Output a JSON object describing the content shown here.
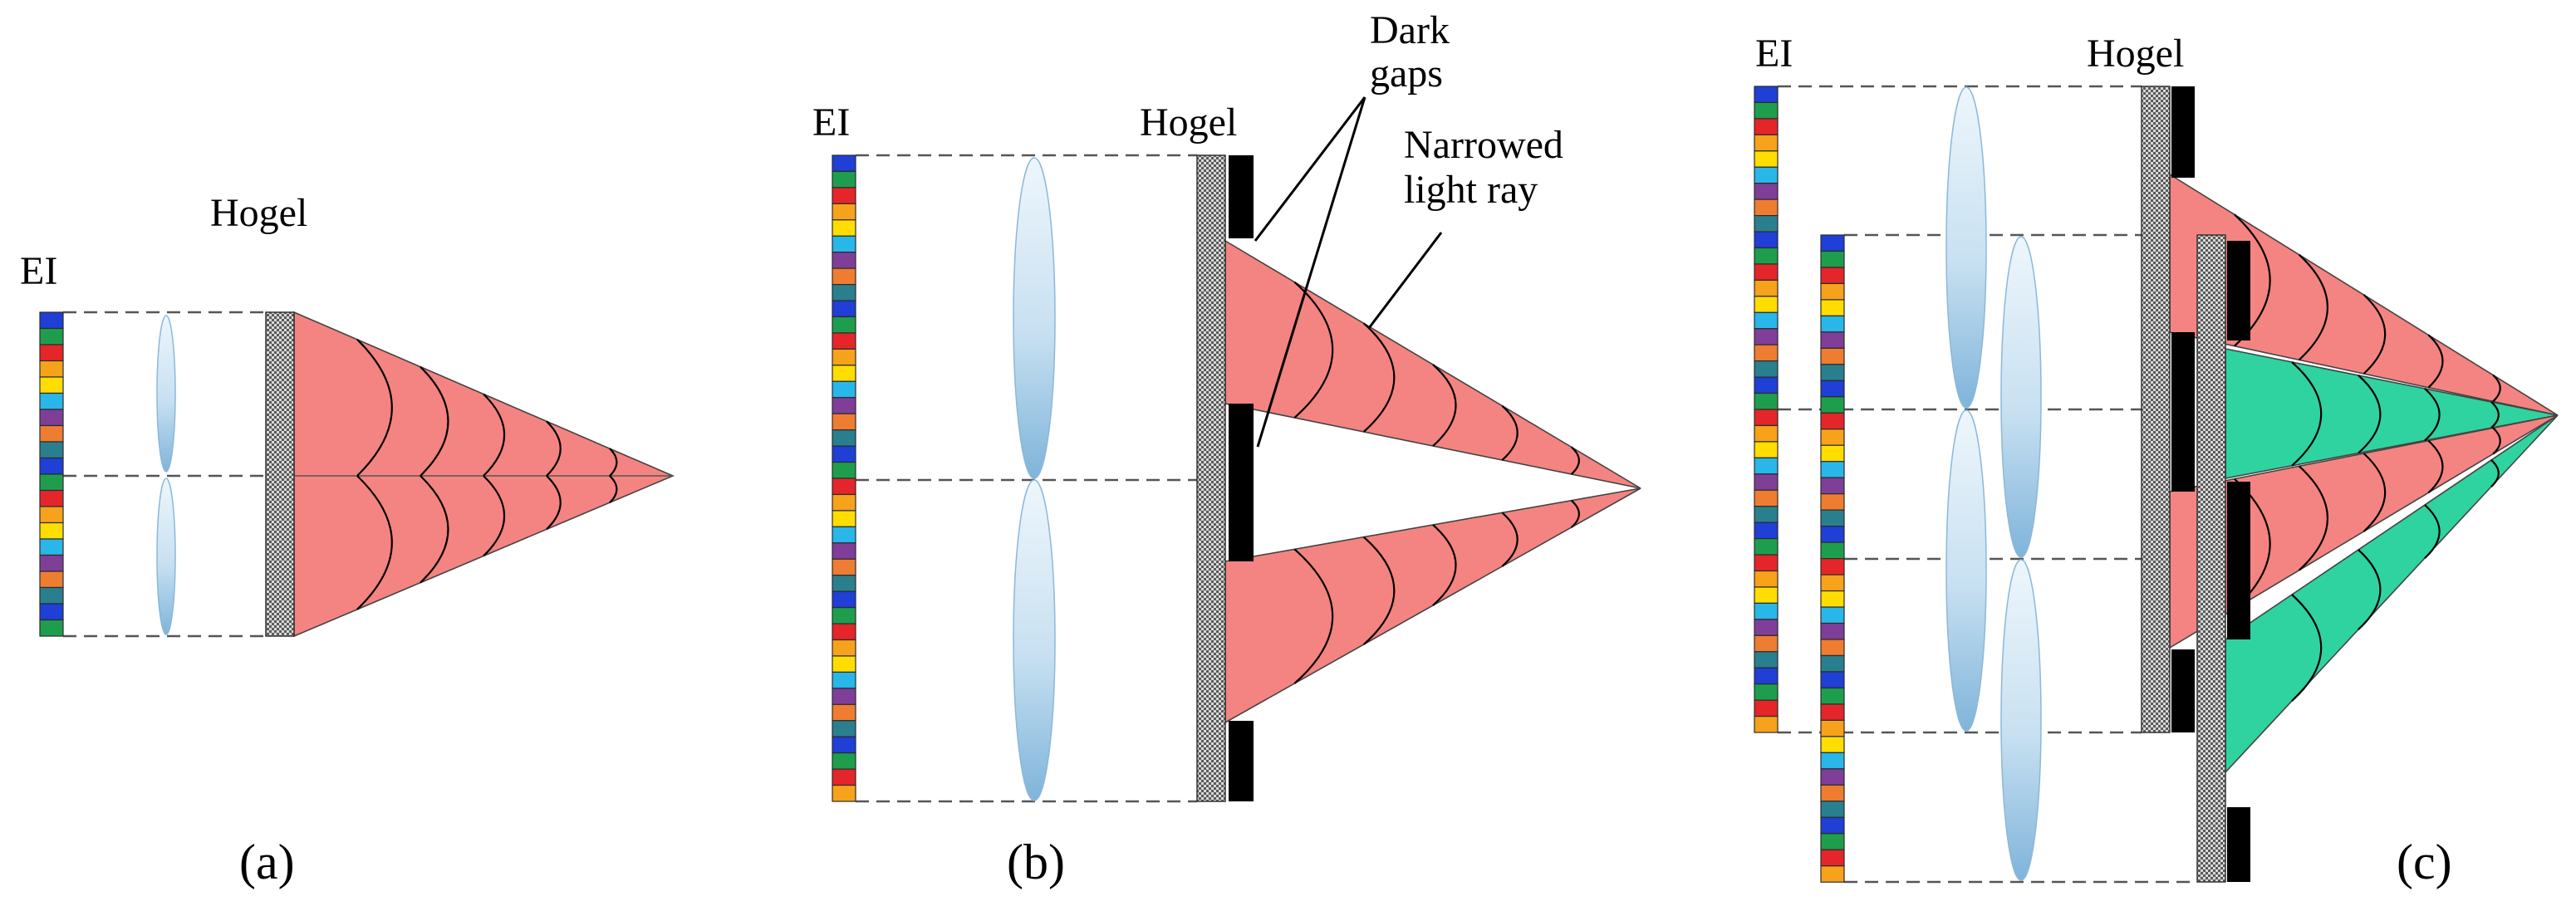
{
  "labels": {
    "ei": "EI",
    "hogel": "Hogel",
    "dark_gaps_line1": "Dark",
    "dark_gaps_line2": "gaps",
    "narrowed_line1": "Narrowed",
    "narrowed_line2": "light ray",
    "panel_a": "(a)",
    "panel_b": "(b)",
    "panel_c": "(c)"
  },
  "colors": {
    "ray_red": "#f48481",
    "ray_green": "#2fd39f",
    "hogel_dark": "#5a5a5a",
    "dark_gap": "#000000",
    "lens_light": "#eaf4fb",
    "lens_dark": "#8fbfe0",
    "pixel_sequence": [
      "#1f3fd6",
      "#1e9e4d",
      "#e4262a",
      "#f7a21b",
      "#ffdd00",
      "#29b6e8",
      "#7f3f98",
      "#ee7d31",
      "#2a7f8f"
    ]
  }
}
